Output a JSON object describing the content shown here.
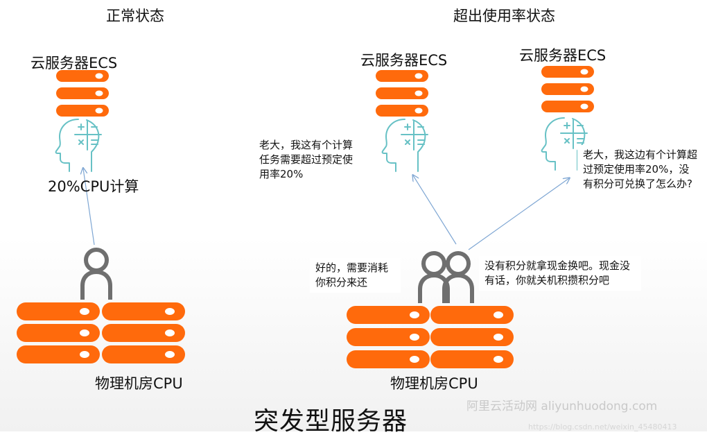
{
  "colors": {
    "server_orange": "#ff6a0c",
    "head_teal": "#67c1c5",
    "person_gray": "#6f6f6f",
    "arrow_blue": "#7ea6d3"
  },
  "left": {
    "heading": "正常状态",
    "ecs_label": "云服务器ECS",
    "cpu_label": "20%CPU计算",
    "physical_label": "物理机房CPU"
  },
  "right": {
    "heading": "超出使用率状态",
    "ecs_label_a": "云服务器ECS",
    "ecs_label_b": "云服务器ECS",
    "physical_label": "物理机房CPU",
    "bubble_a": "老大，我这有个计算任务需要超过预定使用率20%",
    "bubble_b": "老大，我这边有个计算超过预定使用率20%，没有积分可兑换了怎么办?",
    "bubble_reply_1": "好的，需要消耗你积分来还",
    "bubble_reply_2": "没有积分就拿现金换吧。现金没有话，你就关机积攒积分吧"
  },
  "footer": {
    "main_title": "突发型服务器",
    "watermark": "阿里云活动网 aliyunhuodong.com",
    "watermark_url": "https://blog.csdn.net/weixin_45480413"
  },
  "icons": {
    "server": "server-rack-icon",
    "head": "thinking-head-calculator-icon",
    "person": "person-icon",
    "people": "two-people-icon"
  }
}
